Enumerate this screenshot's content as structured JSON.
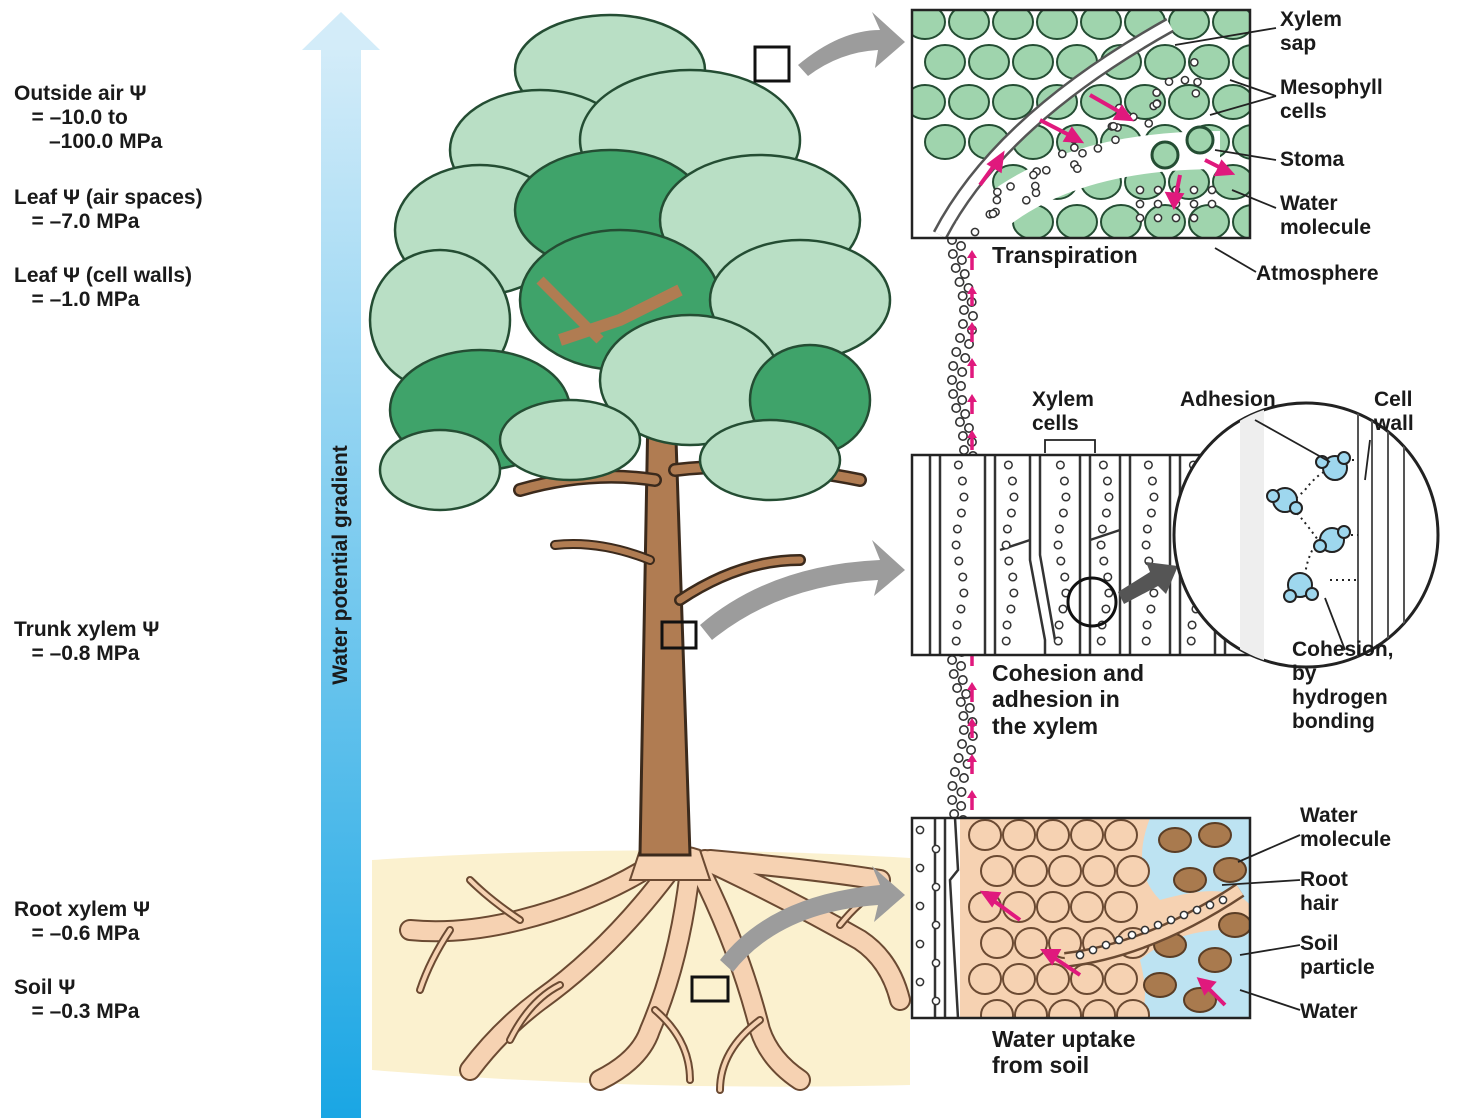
{
  "gradient": {
    "label": "Water potential gradient",
    "colors": {
      "top": "#cfeaf8",
      "bottom": "#1aa6e4"
    }
  },
  "left_labels": {
    "outside_air": "Outside air Ψ\n   = –10.0 to\n      –100.0 MPa",
    "leaf_air": "Leaf Ψ (air spaces)\n   = –7.0 MPa",
    "leaf_walls": "Leaf Ψ (cell walls)\n   = –1.0 MPa",
    "trunk": "Trunk xylem Ψ\n   = –0.8 MPa",
    "root": "Root xylem Ψ\n   = –0.6 MPa",
    "soil": "Soil Ψ\n   = –0.3 MPa"
  },
  "panels": {
    "transpiration": {
      "title": "Transpiration",
      "labels": {
        "xylem_sap": "Xylem\nsap",
        "mesophyll": "Mesophyll\ncells",
        "stoma": "Stoma",
        "water_molecule": "Water\nmolecule",
        "atmosphere": "Atmosphere"
      }
    },
    "cohesion": {
      "title": "Cohesion and\nadhesion in\nthe xylem",
      "labels": {
        "xylem_cells": "Xylem\ncells",
        "adhesion": "Adhesion",
        "cell_wall": "Cell\nwall",
        "cohesion_hb": "Cohesion,\nby\nhydrogen\nbonding"
      }
    },
    "uptake": {
      "title": "Water uptake\nfrom soil",
      "labels": {
        "water_molecule": "Water\nmolecule",
        "root_hair": "Root\nhair",
        "soil_particle": "Soil\nparticle",
        "water": "Water"
      }
    }
  },
  "colors": {
    "leaf_light": "#b9dfc5",
    "leaf_dark": "#3fa36a",
    "trunk": "#b07c52",
    "root": "#f6d2b2",
    "soil": "#fbf1cf",
    "arrow_gray": "#9c9c9c",
    "magenta": "#e0197d",
    "cell_green": "#9fd4ad",
    "soil_particle": "#a97a4e",
    "water_blue": "#bde3f2"
  }
}
